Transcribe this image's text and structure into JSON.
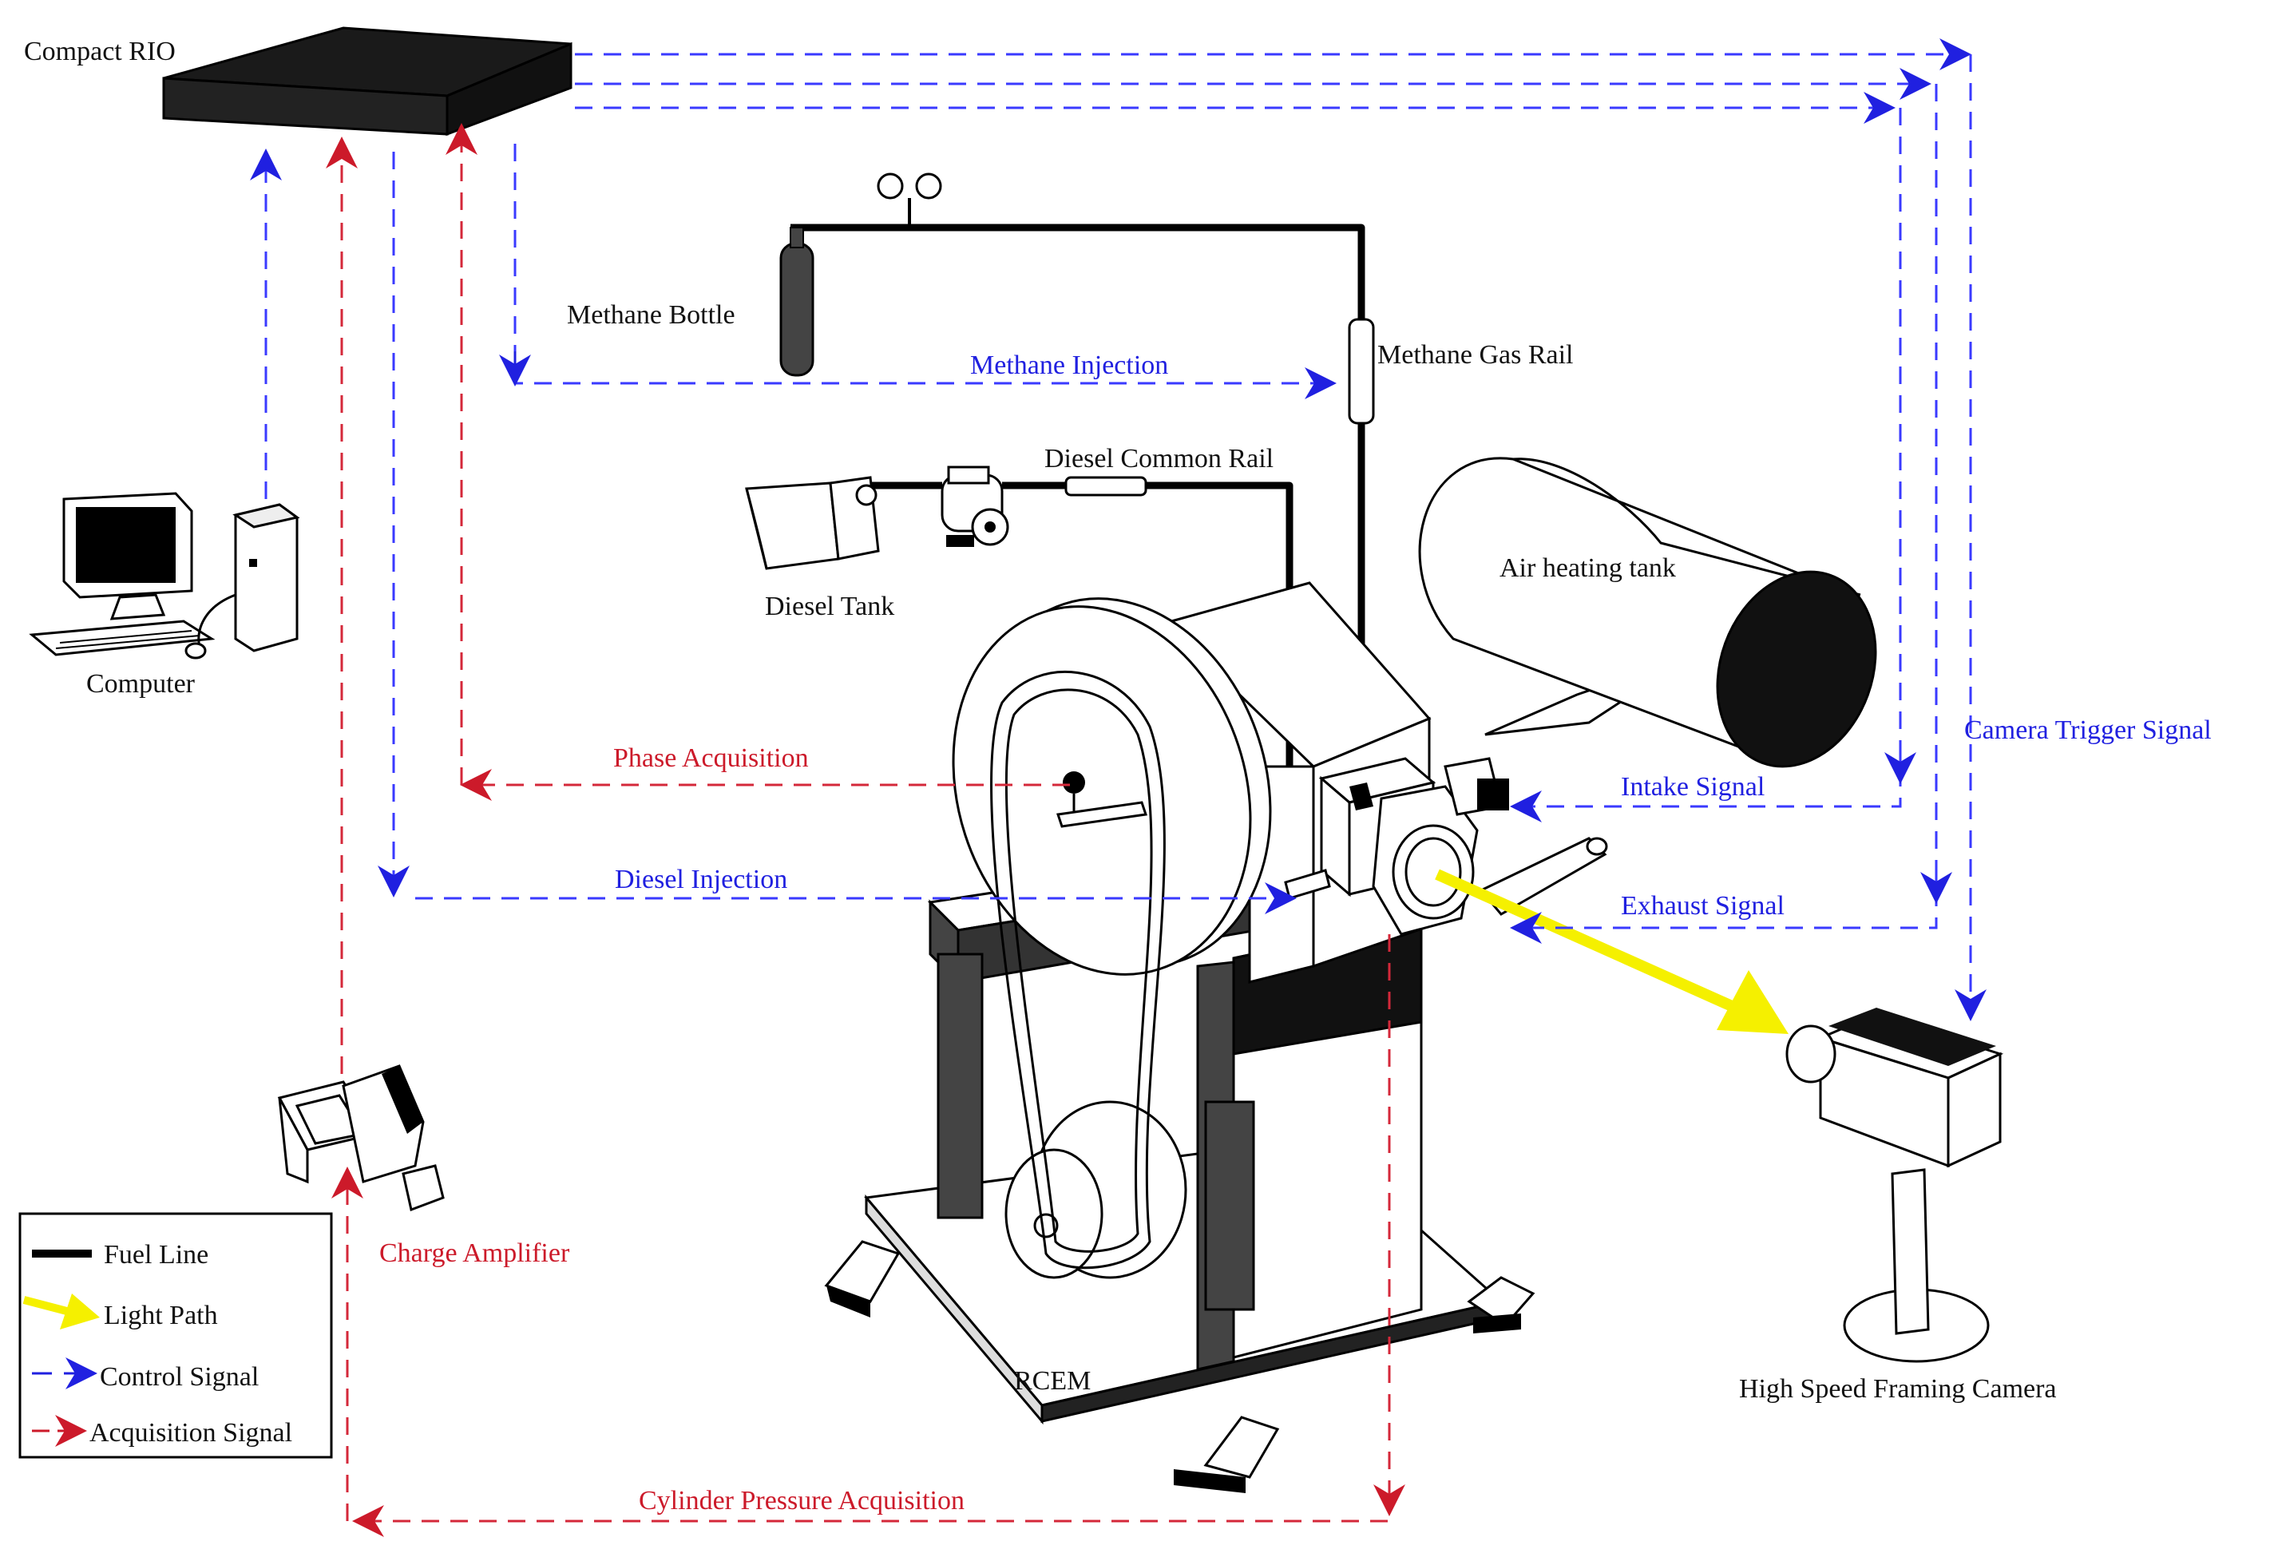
{
  "colors": {
    "control": "#2020e0",
    "acquisition": "#cc1a2a",
    "light": "#f5f000",
    "fuel": "#000000"
  },
  "labels": {
    "compact_rio": "Compact RIO",
    "computer": "Computer",
    "methane_bottle": "Methane Bottle",
    "methane_gas_rail": "Methane Gas Rail",
    "methane_injection": "Methane Injection",
    "diesel_common_rail": "Diesel Common Rail",
    "diesel_tank": "Diesel Tank",
    "air_heating_tank": "Air heating tank",
    "phase_acquisition": "Phase Acquisition",
    "diesel_injection": "Diesel Injection",
    "intake_signal": "Intake Signal",
    "exhaust_signal": "Exhaust Signal",
    "camera_trigger_signal": "Camera Trigger Signal",
    "charge_amplifier": "Charge Amplifier",
    "rcem": "RCEM",
    "high_speed_framing_camera": "High Speed Framing Camera",
    "cylinder_pressure_acquisition": "Cylinder Pressure Acquisition"
  },
  "legend": {
    "fuel_line": "Fuel Line",
    "light_path": "Light Path",
    "control_signal": "Control Signal",
    "acquisition_signal": "Acquisition Signal"
  }
}
